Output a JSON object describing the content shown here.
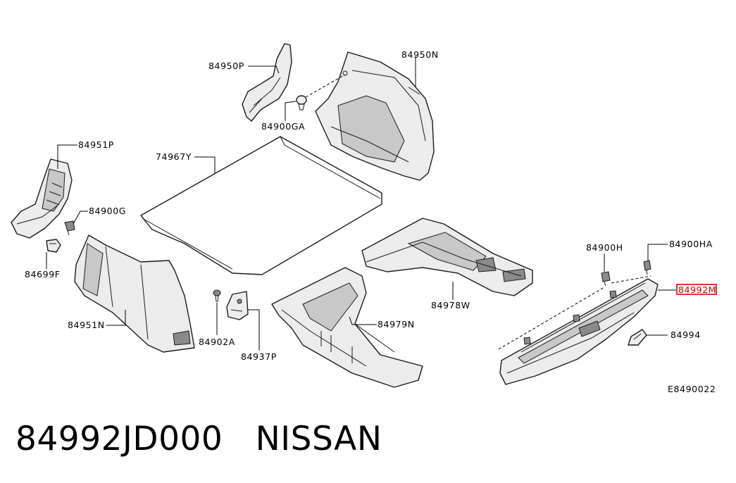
{
  "diagram": {
    "code": "E8490022",
    "highlighted_part": "84992M",
    "labels": {
      "p84950P": "84950P",
      "p84950N": "84950N",
      "p84900GA": "84900GA",
      "p84951P": "84951P",
      "p74967Y": "74967Y",
      "p84900G": "84900G",
      "p84699F": "84699F",
      "p84951N": "84951N",
      "p84902A": "84902A",
      "p84937P": "84937P",
      "p84979N": "84979N",
      "p84978W": "84978W",
      "p84900H": "84900H",
      "p84900HA": "84900HA",
      "p84992M": "84992M",
      "p84994": "84994"
    }
  },
  "footer": {
    "part_number": "84992JD000",
    "brand": "NISSAN"
  }
}
